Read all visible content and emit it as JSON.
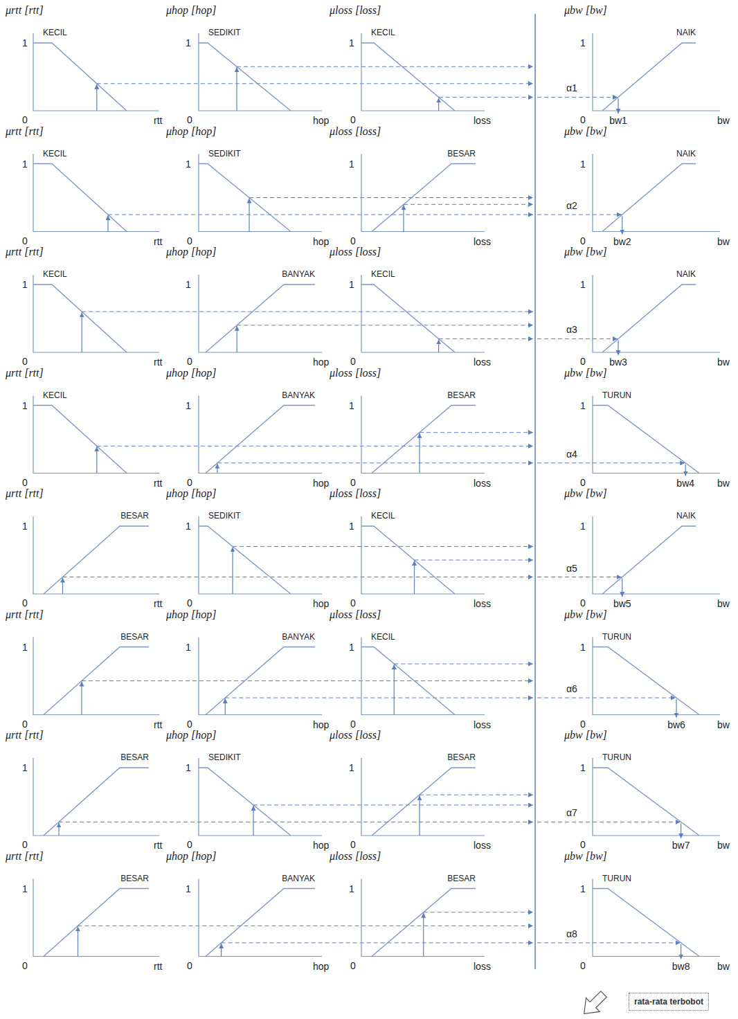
{
  "diagram": {
    "nodes": [
      {
        "text": [
          "rata-rata terbobot"
        ]
      }
    ],
    "labels": [
      "μrtt [rtt]",
      "KECIL",
      "1",
      "0",
      "rtt",
      "μhop [hop]",
      "SEDIKIT",
      "1",
      "0",
      "hop",
      "μloss [loss]",
      "KECIL",
      "1",
      "0",
      "loss",
      "μbw [bw]",
      "NAIK",
      "1",
      "0",
      "α1",
      "bw1",
      "bw",
      "μrtt [rtt]",
      "KECIL",
      "1",
      "0",
      "rtt",
      "μhop [hop]",
      "SEDIKIT",
      "1",
      "0",
      "hop",
      "μloss [loss]",
      "BESAR",
      "1",
      "0",
      "loss",
      "μbw [bw]",
      "NAIK",
      "1",
      "0",
      "α2",
      "bw2",
      "bw",
      "μrtt [rtt]",
      "KECIL",
      "1",
      "0",
      "rtt",
      "μhop [hop]",
      "BANYAK",
      "1",
      "0",
      "hop",
      "μloss [loss]",
      "KECIL",
      "1",
      "0",
      "loss",
      "μbw [bw]",
      "NAIK",
      "1",
      "0",
      "α3",
      "bw3",
      "bw",
      "μrtt [rtt]",
      "KECIL",
      "1",
      "0",
      "rtt",
      "μhop [hop]",
      "BANYAK",
      "1",
      "0",
      "hop",
      "μloss [loss]",
      "BESAR",
      "1",
      "0",
      "loss",
      "μbw [bw]",
      "TURUN",
      "1",
      "0",
      "α4",
      "bw4",
      "bw",
      "μrtt [rtt]",
      "BESAR",
      "1",
      "0",
      "rtt",
      "μhop [hop]",
      "SEDIKIT",
      "1",
      "0",
      "hop",
      "μloss [loss]",
      "KECIL",
      "1",
      "0",
      "loss",
      "μbw [bw]",
      "NAIK",
      "1",
      "0",
      "α5",
      "bw5",
      "bw",
      "μrtt [rtt]",
      "BESAR",
      "1",
      "0",
      "rtt",
      "μhop [hop]",
      "BANYAK",
      "1",
      "0",
      "hop",
      "μloss [loss]",
      "KECIL",
      "1",
      "0",
      "loss",
      "μbw [bw]",
      "TURUN",
      "1",
      "0",
      "α6",
      "bw6",
      "bw",
      "μrtt [rtt]",
      "BESAR",
      "1",
      "0",
      "rtt",
      "μhop [hop]",
      "SEDIKIT",
      "1",
      "0",
      "hop",
      "μloss [loss]",
      "BESAR",
      "1",
      "0",
      "loss",
      "μbw [bw]",
      "TURUN",
      "1",
      "0",
      "α7",
      "bw7",
      "bw",
      "μrtt [rtt]",
      "BESAR",
      "1",
      "0",
      "rtt",
      "μhop [hop]",
      "BANYAK",
      "1",
      "0",
      "hop",
      "μloss [loss]",
      "BESAR",
      "1",
      "0",
      "loss",
      "μbw [bw]",
      "TURUN",
      "1",
      "0",
      "α8",
      "bw8",
      "bw"
    ]
  }
}
